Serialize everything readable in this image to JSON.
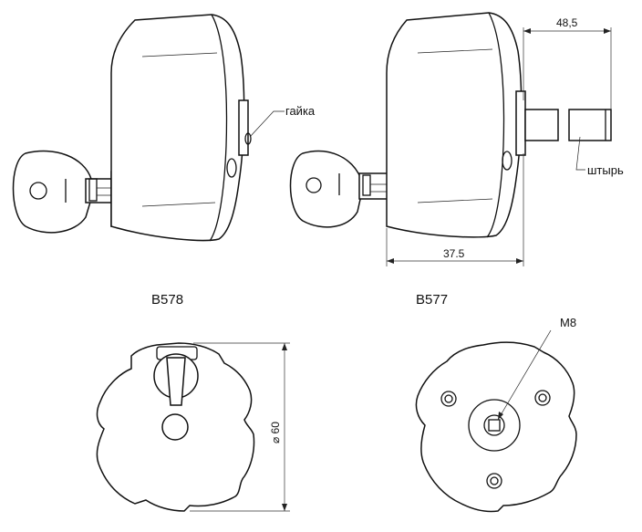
{
  "labels": {
    "nut": "гайка",
    "pin": "штырь",
    "thread": "M8"
  },
  "models": {
    "left": "B578",
    "right": "B577"
  },
  "dimensions": {
    "pin_length": "48,5",
    "body_depth": "37.5",
    "diameter": "⌀ 60"
  }
}
